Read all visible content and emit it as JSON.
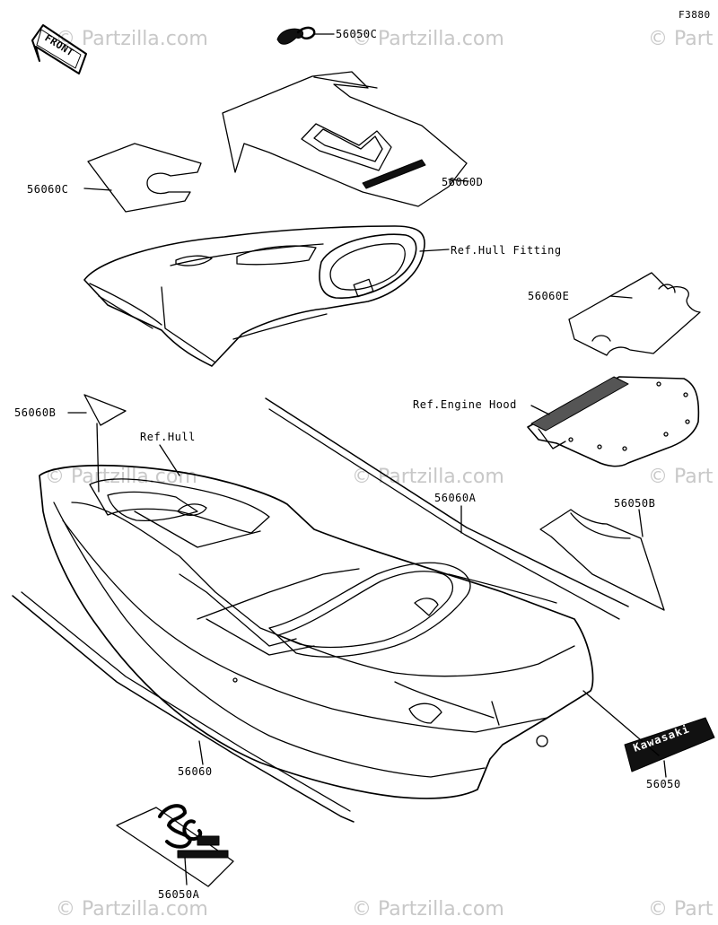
{
  "figure_id": "F3880",
  "front_label": "FRONT",
  "watermark": "© Partzilla.com",
  "watermark_short": "© Part",
  "brand_decal_text": "Kawasaki",
  "labels": {
    "p56050C": "56050C",
    "p56060C": "56060C",
    "p56060D": "56060D",
    "ref_hull_fitting": "Ref.Hull Fitting",
    "p56060E": "56060E",
    "ref_engine_hood": "Ref.Engine Hood",
    "p56060B": "56060B",
    "ref_hull": "Ref.Hull",
    "p56060A": "56060A",
    "p56050B": "56050B",
    "p56060": "56060",
    "p56050": "56050",
    "p56050A": "56050A"
  }
}
